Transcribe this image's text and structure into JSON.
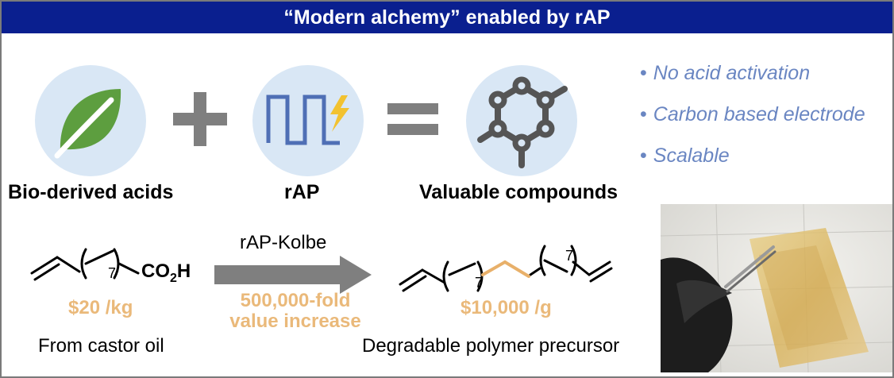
{
  "banner": {
    "title": "“Modern alchemy” enabled by rAP"
  },
  "equation": {
    "term1_label": "Bio-derived acids",
    "plus_sign": "+",
    "term2_label": "rAP",
    "equals_sign": "=",
    "result_label": "Valuable compounds"
  },
  "advantages": [
    "No acid activation",
    "Carbon based electrode",
    "Scalable"
  ],
  "reaction": {
    "reactant_group": "CO",
    "reactant_sub": "2",
    "reactant_h": "H",
    "reactant_repeat": "7",
    "reactant_price": "$20 /kg",
    "reactant_source": "From castor oil",
    "arrow_label": "rAP-Kolbe",
    "value_line1": "500,000-fold",
    "value_line2": "value increase",
    "product_repeat_left": "7",
    "product_repeat_right": "7",
    "product_price": "$10,000 /g",
    "product_desc": "Degradable polymer precursor"
  },
  "colors": {
    "banner": "#0a1f8f",
    "circle_fill": "#d9e7f5",
    "leaf": "#5d9e3f",
    "wave": "#4f6fb5",
    "bolt": "#f2c230",
    "molecule": "#555555",
    "bullet_text": "#6a86c2",
    "price_text": "#eab97a",
    "arrow": "#7f7f7f",
    "bond_highlight": "#e8b06a"
  },
  "icons": {
    "term1": "leaf-icon",
    "term2": "square-wave-lightning-icon",
    "result": "molecule-icon",
    "photo": "polymer-film-photo"
  }
}
